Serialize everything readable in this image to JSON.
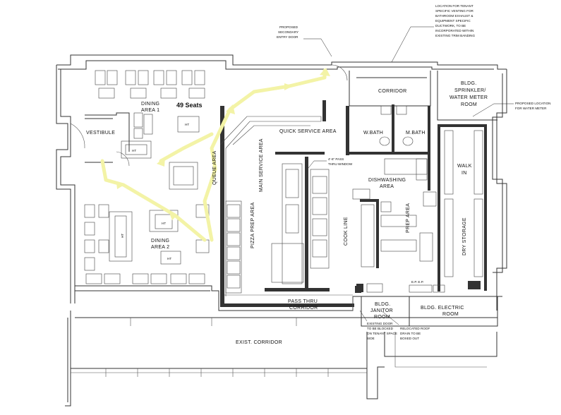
{
  "rooms": {
    "dining1": [
      "DINING",
      "AREA 1"
    ],
    "seats": "49 Seats",
    "vestibule": "VESTIBULE",
    "dining2": [
      "DINING",
      "AREA 2"
    ],
    "queue": "QUEUE AREA",
    "main_service": "MAIN SERVICE AREA",
    "pizza_prep": "PIZZA PREP AREA",
    "quick_service": "QUICK SERVICE AREA",
    "corridor": "CORRIDOR",
    "wbath": "W.BATH",
    "mbath": "M.BATH",
    "sprinkler": [
      "BLDG.",
      "SPRINKLER/",
      "WATER METER",
      "ROOM"
    ],
    "walkin": [
      "WALK",
      "IN"
    ],
    "dishwashing": [
      "DISHWASHING",
      "AREA"
    ],
    "cook_line": "COOK LINE",
    "prep_area": "PREP AREA",
    "dry_storage": "DRY STORAGE",
    "pass_thru": [
      "PASS THRU",
      "CORRIDOR"
    ],
    "janitor": [
      "BLDG.",
      "JANITOR",
      "ROOM"
    ],
    "electric": [
      "BLDG. ELECTRIC",
      "ROOM"
    ],
    "exist_corridor": "EXIST. CORRIDOR",
    "ht": "HT"
  },
  "notes": {
    "secondary_entry": [
      "PROPOSED",
      "SECONDARY",
      "ENTRY DOOR"
    ],
    "tenant_venting": [
      "LOCATION FOR TENANT",
      "SPECIFIC VENTING FOR",
      "BATHROOM EXHAUST &",
      "EQUIPMENT SPECIFIC",
      "DUCTWORK, TO BE",
      "INCORPORATED WITHIN",
      "EXISTING TRIM BANDING"
    ],
    "water_meter": [
      "PROPOSED LOCATION",
      "FOR WATER METER"
    ],
    "pass_window": [
      "4'-6\" PASS",
      "THRU WINDOW"
    ],
    "existing_door": [
      "EXISTING DOOR",
      "TO BE BLOCKED",
      "ON TENANT SPACE",
      "SIDE"
    ],
    "roof_drain": [
      "RELOCATED ROOF",
      "DRAIN TO BE",
      "BOXED OUT"
    ],
    "ep": "E.P.  E.P."
  },
  "colors": {
    "flow_path": "#f3f3a6",
    "wall": "#333333"
  }
}
